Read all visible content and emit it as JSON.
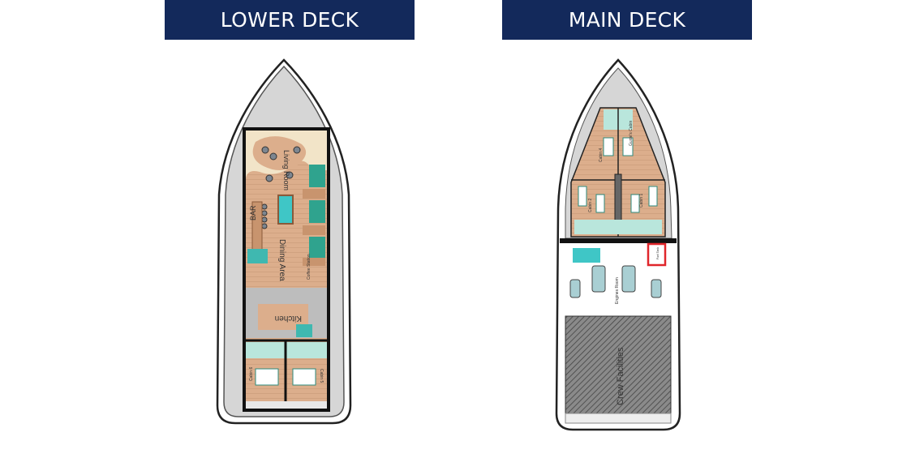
{
  "headers": {
    "lower": "LOWER DECK",
    "main": "MAIN DECK"
  },
  "lower_deck": {
    "rooms": {
      "living_room": "Living Room",
      "bar": "BAR",
      "dining_area": "Dining Area",
      "coffee_station": "Coffee Station",
      "kitchen": "Kitchen",
      "cabin_6": "Cabin 6",
      "cabin_5": "Cabin 5"
    }
  },
  "main_deck": {
    "rooms": {
      "cabin_4": "Cabin 4",
      "guides_cabin": "Guide's Cabin",
      "cabin_2": "Cabin 2",
      "cabin_1": "Cabin 1",
      "fuel_tank": "Fuel Tank",
      "engines_room": "Engines Room",
      "crew_facilities": "Crew Facilities"
    }
  },
  "colors": {
    "header": "#13295b",
    "wood": "#dcae8c",
    "teal": "#3fb8b0",
    "hull": "#d9d9d9",
    "alert": "#e0262b"
  }
}
